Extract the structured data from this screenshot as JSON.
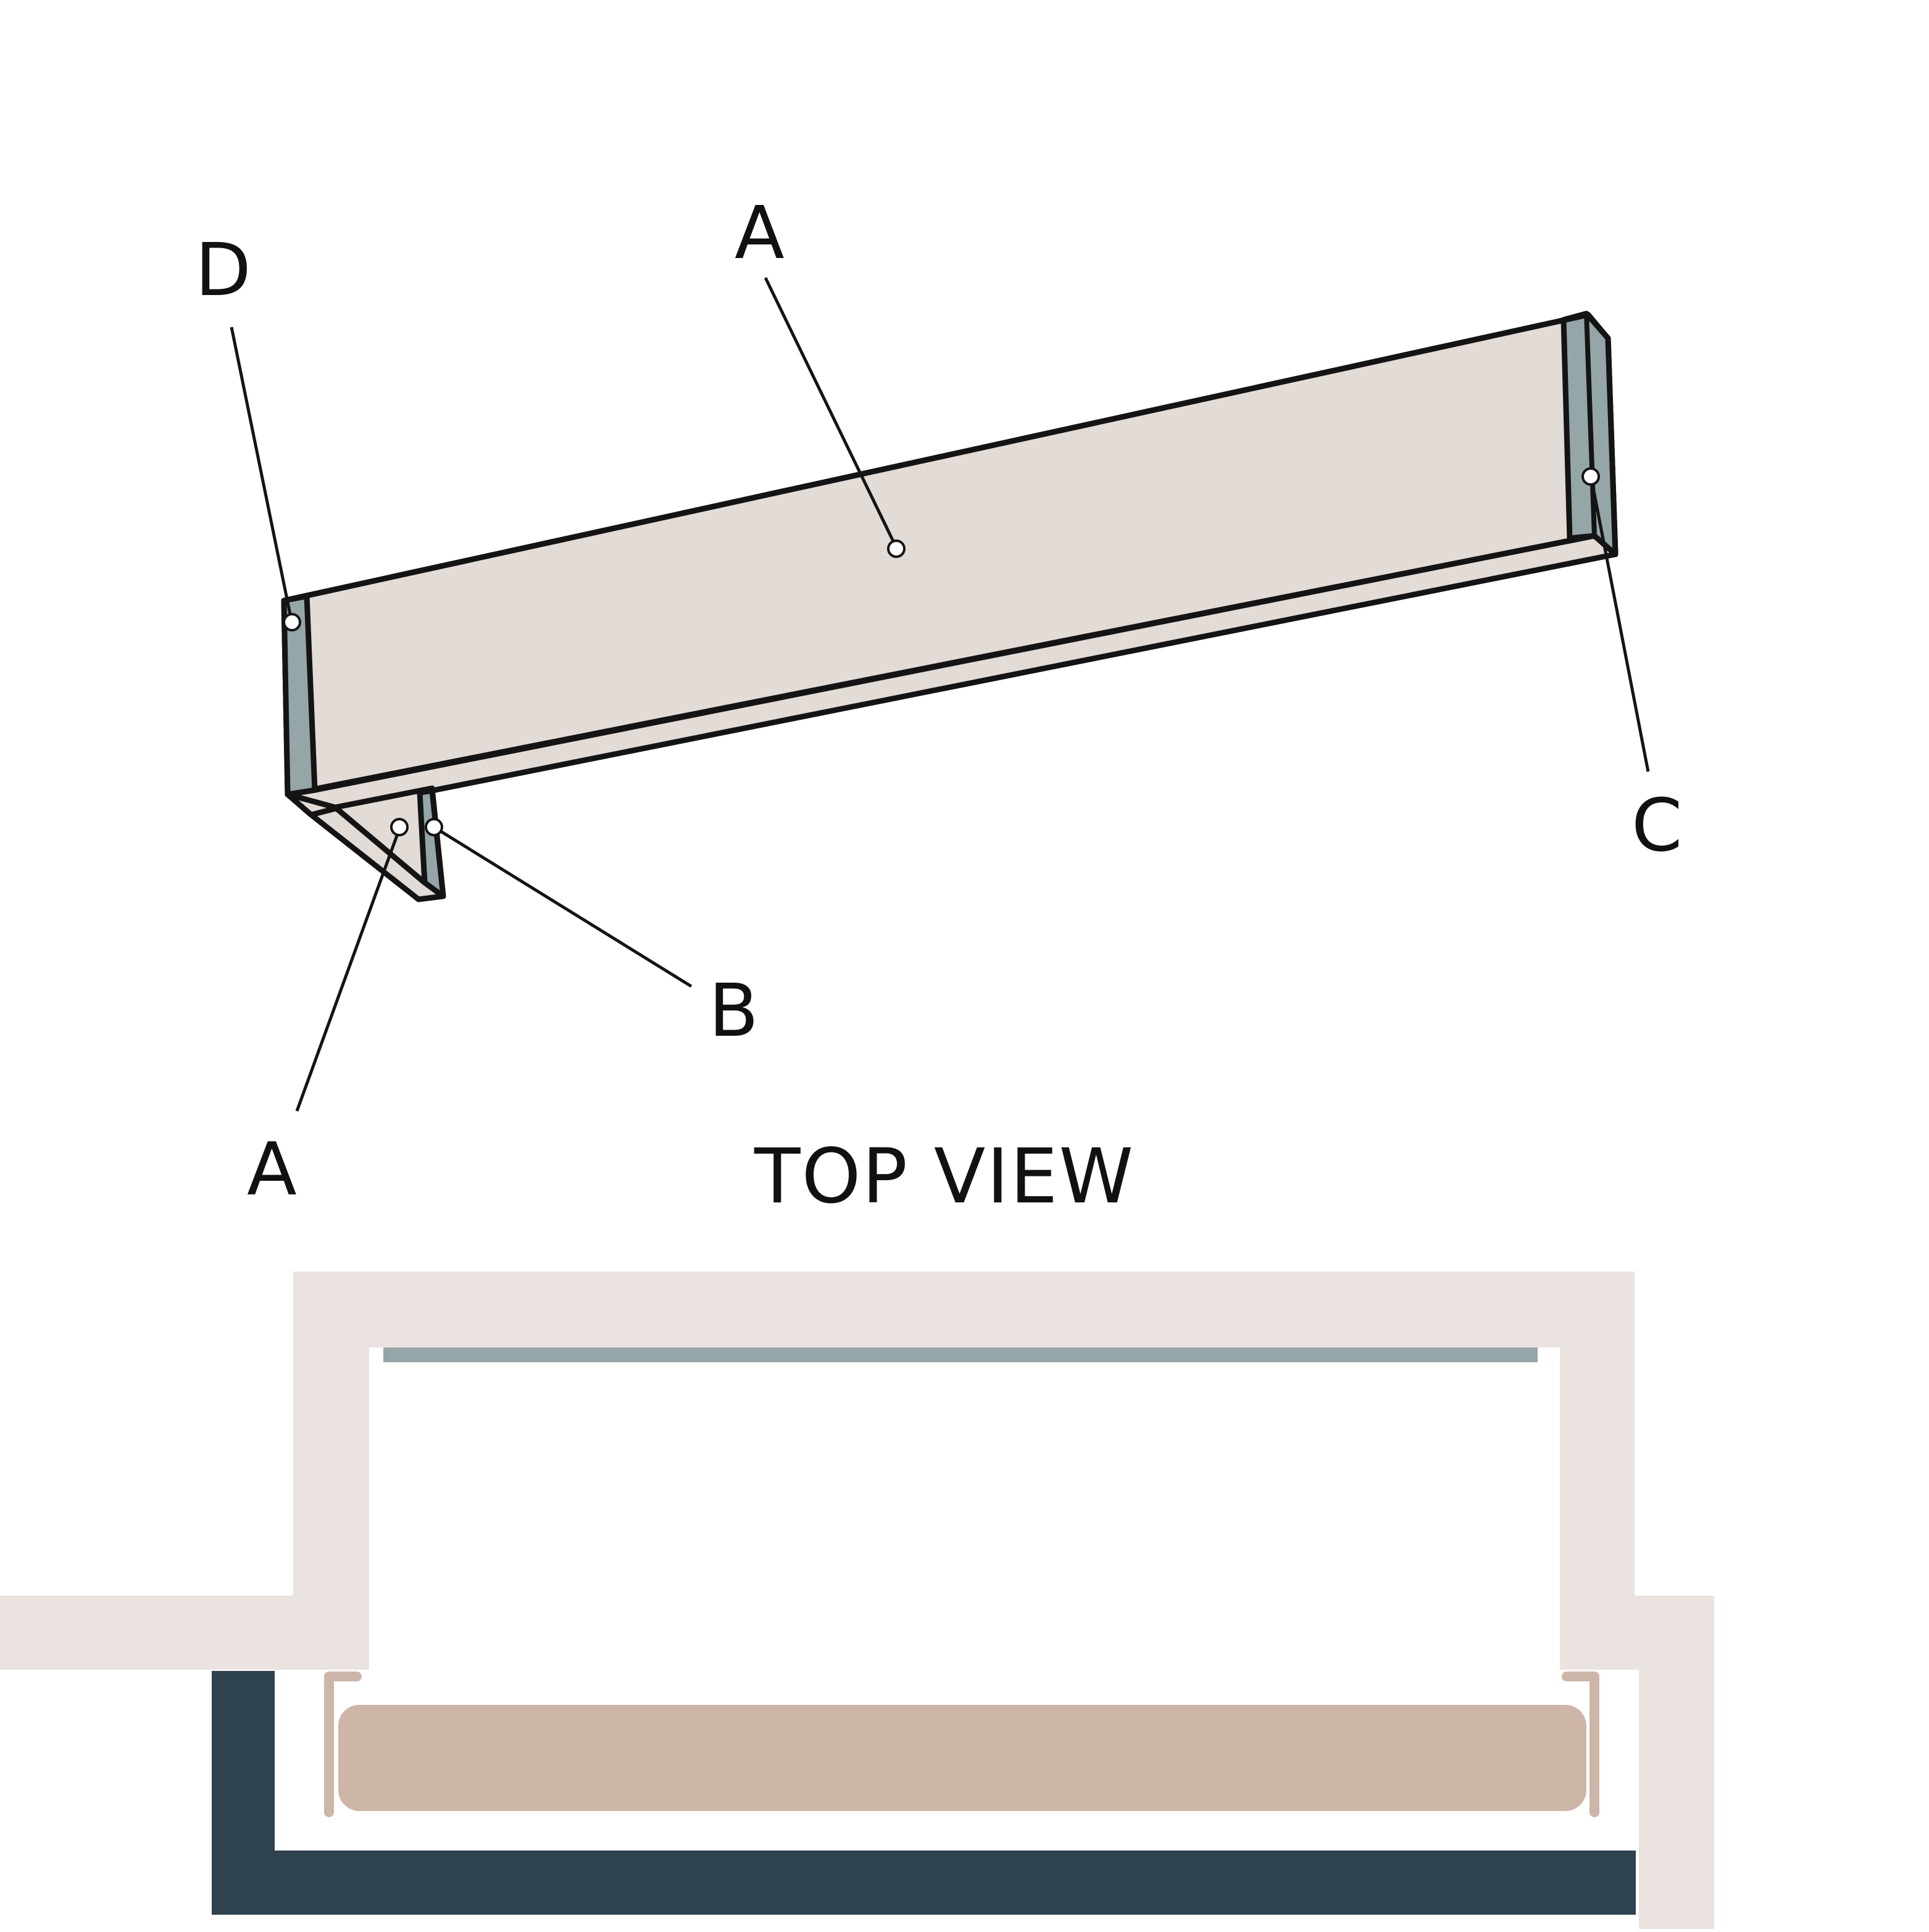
{
  "diagram": {
    "callouts": {
      "a_front_face": "A",
      "a_return_face": "A",
      "b_inner_end": "B",
      "c_right_end": "C",
      "d_left_end": "D"
    },
    "top_view_title": "TOP VIEW"
  },
  "colors": {
    "board_face": "#e2dbd6",
    "board_end": "#94a6a7",
    "outline": "#141414",
    "wall": "#ebe3e0",
    "cornice_bar": "#94a6a7",
    "window_frame": "#2e4250",
    "shade": "#cdb6a8",
    "bracket": "#cdb6a8"
  }
}
